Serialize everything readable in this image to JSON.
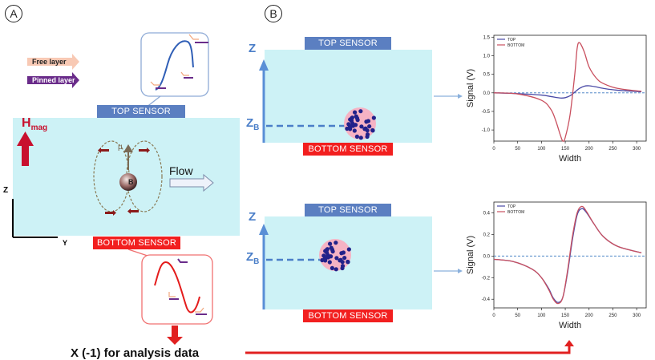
{
  "panels": {
    "a_label": "A",
    "b_label": "B"
  },
  "legend_layers": {
    "free": "Free layer",
    "pinned": "Pinned layer"
  },
  "panel_a": {
    "top_sensor": "TOP SENSOR",
    "bottom_sensor": "BOTTOM SENSOR",
    "h_mag": "H",
    "h_mag_sub": "mag",
    "flow": "Flow",
    "mu": "μ",
    "b_label": "B",
    "axis_z": "Z",
    "axis_y": "Y"
  },
  "panel_b": {
    "top_sensor": "TOP SENSOR",
    "bottom_sensor": "BOTTOM SENSOR",
    "z": "Z",
    "zb": "Z",
    "zb_sub": "B"
  },
  "footer": {
    "text": "X (-1) for analysis data"
  },
  "colors": {
    "top": "#5b7fc1",
    "bottom": "#f21f1f",
    "channel": "#cdf2f6",
    "top_line": "#4a4aa6",
    "bottom_line": "#c9505f"
  },
  "chart_data": [
    {
      "type": "line",
      "title": "",
      "xlabel": "Width",
      "ylabel": "Signal (V)",
      "xlim": [
        0,
        320
      ],
      "ylim": [
        -1.3,
        1.55
      ],
      "xticks": [
        "0",
        "50",
        "100",
        "150",
        "200",
        "250",
        "300"
      ],
      "yticks": [
        "-1.0",
        "-0.5",
        "0.0",
        "0.5",
        "1.0",
        "1.5"
      ],
      "ytick_values": [
        -1.0,
        -0.5,
        0.0,
        0.5,
        1.0,
        1.5
      ],
      "legend": "top-left",
      "series": [
        {
          "name": "TOP",
          "color": "#4a4aa6",
          "x": [
            0,
            50,
            100,
            120,
            140,
            150,
            160,
            170,
            180,
            190,
            200,
            215,
            230,
            260,
            310
          ],
          "y": [
            0,
            -0.02,
            -0.06,
            -0.1,
            -0.14,
            -0.13,
            -0.08,
            0.02,
            0.12,
            0.18,
            0.19,
            0.16,
            0.12,
            0.07,
            0.03
          ]
        },
        {
          "name": "BOTTOM",
          "color": "#c9505f",
          "x": [
            0,
            50,
            100,
            120,
            130,
            140,
            145,
            150,
            160,
            170,
            175,
            180,
            190,
            200,
            215,
            230,
            260,
            310
          ],
          "y": [
            0,
            -0.03,
            -0.2,
            -0.45,
            -0.75,
            -1.15,
            -1.3,
            -1.2,
            -0.6,
            0.5,
            1.2,
            1.35,
            1.1,
            0.7,
            0.4,
            0.25,
            0.12,
            0.04
          ]
        }
      ]
    },
    {
      "type": "line",
      "title": "",
      "xlabel": "Width",
      "ylabel": "Signal (V)",
      "xlim": [
        0,
        320
      ],
      "ylim": [
        -0.48,
        0.5
      ],
      "xticks": [
        "0",
        "50",
        "100",
        "150",
        "200",
        "250",
        "300"
      ],
      "yticks": [
        "-0.4",
        "-0.2",
        "0.0",
        "0.2",
        "0.4"
      ],
      "ytick_values": [
        -0.4,
        -0.2,
        0.0,
        0.2,
        0.4
      ],
      "legend": "top-left",
      "series": [
        {
          "name": "TOP",
          "color": "#4a4aa6",
          "x": [
            0,
            40,
            80,
            100,
            115,
            125,
            135,
            145,
            155,
            165,
            175,
            185,
            195,
            210,
            230,
            260,
            310
          ],
          "y": [
            -0.03,
            -0.05,
            -0.12,
            -0.2,
            -0.3,
            -0.39,
            -0.43,
            -0.38,
            -0.15,
            0.15,
            0.38,
            0.44,
            0.4,
            0.3,
            0.18,
            0.09,
            0.03
          ]
        },
        {
          "name": "BOTTOM",
          "color": "#c9505f",
          "x": [
            0,
            40,
            80,
            100,
            115,
            125,
            135,
            145,
            155,
            165,
            175,
            185,
            195,
            210,
            230,
            260,
            310
          ],
          "y": [
            -0.03,
            -0.05,
            -0.12,
            -0.2,
            -0.31,
            -0.4,
            -0.44,
            -0.38,
            -0.13,
            0.18,
            0.4,
            0.46,
            0.41,
            0.3,
            0.18,
            0.09,
            0.03
          ]
        }
      ]
    }
  ]
}
